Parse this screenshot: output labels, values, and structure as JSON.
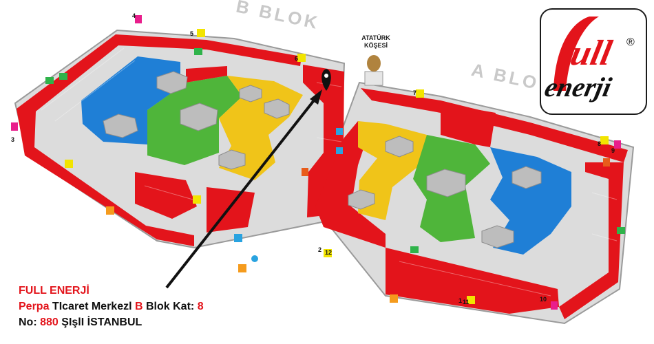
{
  "blocks": {
    "b_label": "B BLOK",
    "a_label": "A BLO"
  },
  "landmark": {
    "line1": "ATATÜRK",
    "line2": "KÖŞESİ"
  },
  "logo": {
    "line1": "full",
    "line2": "enerji",
    "mark": "®"
  },
  "address": {
    "company": "FULL ENERJİ",
    "place": "Perpa",
    "center": "TIcaret Merkezl",
    "block_letter": "B",
    "block_word": "Blok Kat:",
    "floor": "8",
    "no_label": "No:",
    "no": "880",
    "district": "ŞIşlI İSTANBUL"
  },
  "corridor_numbers": [
    "1",
    "2",
    "3",
    "4",
    "5",
    "6",
    "7",
    "8",
    "9",
    "10",
    "11",
    "12"
  ],
  "colors": {
    "red": "#e3141b",
    "blue": "#1f7fd6",
    "green": "#4fb53a",
    "yellow": "#f0c419",
    "gray": "#b9b9b9",
    "pin": "#111111"
  },
  "icons": [
    "location-pin-icon",
    "elevator-icon",
    "escalator-icon",
    "stairs-icon",
    "restroom-icon",
    "exit-icon",
    "fire-extinguisher-icon",
    "info-icon"
  ]
}
